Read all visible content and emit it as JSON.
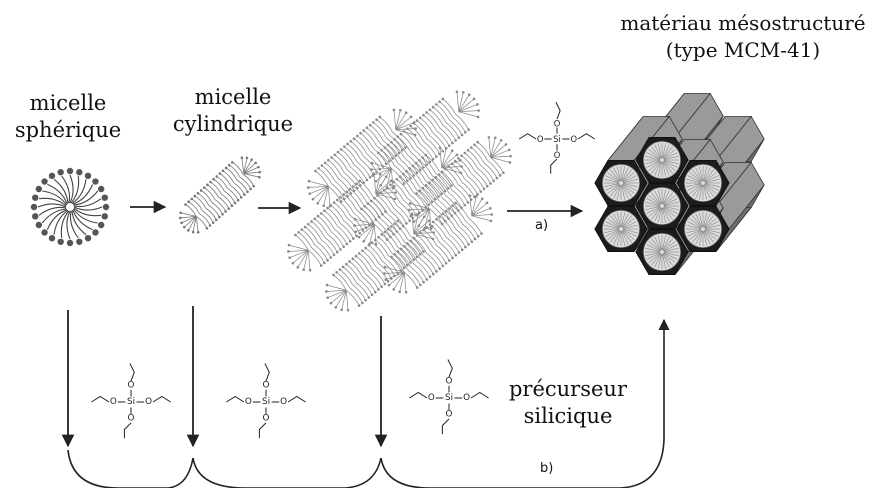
{
  "labels": {
    "spherical_line1": "micelle",
    "spherical_line2": "sphérique",
    "cylindrical_line1": "micelle",
    "cylindrical_line2": "cylindrique",
    "material_line1": "matériau mésostructuré",
    "material_line2": "(type MCM-41)",
    "precursor_line1": "précurseur",
    "precursor_line2": "silicique",
    "route_a": "a)",
    "route_b": "b)"
  },
  "chem": {
    "o": "O",
    "si": "Si"
  },
  "colors": {
    "ink": "#222222",
    "hex_face": "#1c1c1c",
    "prism_side": "#6e6e6e",
    "prism_top": "#9a9a9a",
    "pore": "#dcdcdc"
  }
}
